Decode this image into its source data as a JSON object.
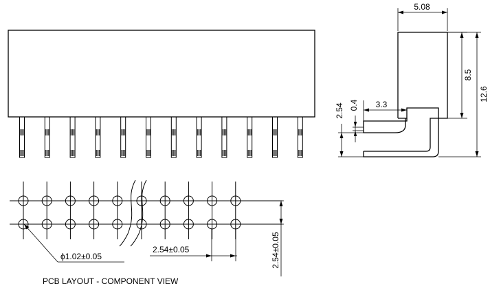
{
  "front_view": {
    "pin_count": 12
  },
  "side_view": {
    "dims": {
      "width": "5.08",
      "height_body": "8.5",
      "height_total": "12.6",
      "pin_offset": "3.3",
      "pin_pitch": "2.54",
      "pin_thickness": "0.4"
    }
  },
  "pcb_layout": {
    "caption": "PCB LAYOUT - COMPONENT VIEW",
    "rows": 2,
    "holes_left_group": 5,
    "holes_right_group": 5,
    "hole_dim": "ϕ1.02±0.05",
    "pitch_h": "2.54±0.05",
    "pitch_v": "2.54±0.05"
  }
}
